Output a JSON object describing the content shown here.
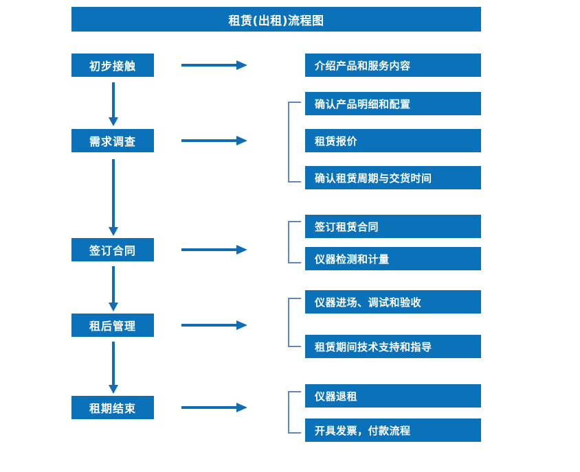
{
  "title": "租赁(出租)流程图",
  "colors": {
    "box_fill": "#0b72ba",
    "box_text": "#ffffff",
    "arrow": "#126cb3",
    "bracket": "#5b87c4",
    "background": "#ffffff"
  },
  "stages": [
    {
      "label": "初步接触"
    },
    {
      "label": "需求调查"
    },
    {
      "label": "签订合同"
    },
    {
      "label": "租后管理"
    },
    {
      "label": "租期结束"
    }
  ],
  "groups": [
    {
      "bracket": false,
      "items": [
        {
          "label": "介绍产品和服务内容"
        }
      ]
    },
    {
      "bracket": true,
      "items": [
        {
          "label": "确认产品明细和配置"
        },
        {
          "label": "租赁报价"
        },
        {
          "label": "确认租赁周期与交货时间"
        }
      ]
    },
    {
      "bracket": true,
      "items": [
        {
          "label": "签订租赁合同"
        },
        {
          "label": "仪器检测和计量"
        }
      ]
    },
    {
      "bracket": true,
      "items": [
        {
          "label": "仪器进场、调试和验收"
        },
        {
          "label": "租赁期间技术支持和指导"
        }
      ]
    },
    {
      "bracket": true,
      "items": [
        {
          "label": "仪器退租"
        },
        {
          "label": "开具发票，付款流程"
        }
      ]
    }
  ],
  "chart_data": {
    "type": "diagram",
    "title": "租赁(出租)流程图",
    "nodes": [
      {
        "id": "s1",
        "text": "初步接触",
        "column": "stage",
        "order": 1
      },
      {
        "id": "s2",
        "text": "需求调查",
        "column": "stage",
        "order": 2
      },
      {
        "id": "s3",
        "text": "签订合同",
        "column": "stage",
        "order": 3
      },
      {
        "id": "s4",
        "text": "租后管理",
        "column": "stage",
        "order": 4
      },
      {
        "id": "s5",
        "text": "租期结束",
        "column": "stage",
        "order": 5
      },
      {
        "id": "d1",
        "text": "介绍产品和服务内容",
        "column": "detail",
        "group": 1
      },
      {
        "id": "d2",
        "text": "确认产品明细和配置",
        "column": "detail",
        "group": 2
      },
      {
        "id": "d3",
        "text": "租赁报价",
        "column": "detail",
        "group": 2
      },
      {
        "id": "d4",
        "text": "确认租赁周期与交货时间",
        "column": "detail",
        "group": 2
      },
      {
        "id": "d5",
        "text": "签订租赁合同",
        "column": "detail",
        "group": 3
      },
      {
        "id": "d6",
        "text": "仪器检测和计量",
        "column": "detail",
        "group": 3
      },
      {
        "id": "d7",
        "text": "仪器进场、调试和验收",
        "column": "detail",
        "group": 4
      },
      {
        "id": "d8",
        "text": "租赁期间技术支持和指导",
        "column": "detail",
        "group": 4
      },
      {
        "id": "d9",
        "text": "仪器退租",
        "column": "detail",
        "group": 5
      },
      {
        "id": "d10",
        "text": "开具发票，付款流程",
        "column": "detail",
        "group": 5
      }
    ],
    "edges": [
      {
        "from": "s1",
        "to": "s2",
        "kind": "vertical-arrow"
      },
      {
        "from": "s2",
        "to": "s3",
        "kind": "vertical-arrow"
      },
      {
        "from": "s3",
        "to": "s4",
        "kind": "vertical-arrow"
      },
      {
        "from": "s4",
        "to": "s5",
        "kind": "vertical-arrow"
      },
      {
        "from": "s1",
        "to": "group-1",
        "kind": "horizontal-arrow"
      },
      {
        "from": "s2",
        "to": "group-2",
        "kind": "horizontal-arrow"
      },
      {
        "from": "s3",
        "to": "group-3",
        "kind": "horizontal-arrow"
      },
      {
        "from": "s4",
        "to": "group-4",
        "kind": "horizontal-arrow"
      },
      {
        "from": "s5",
        "to": "group-5",
        "kind": "horizontal-arrow"
      }
    ]
  }
}
